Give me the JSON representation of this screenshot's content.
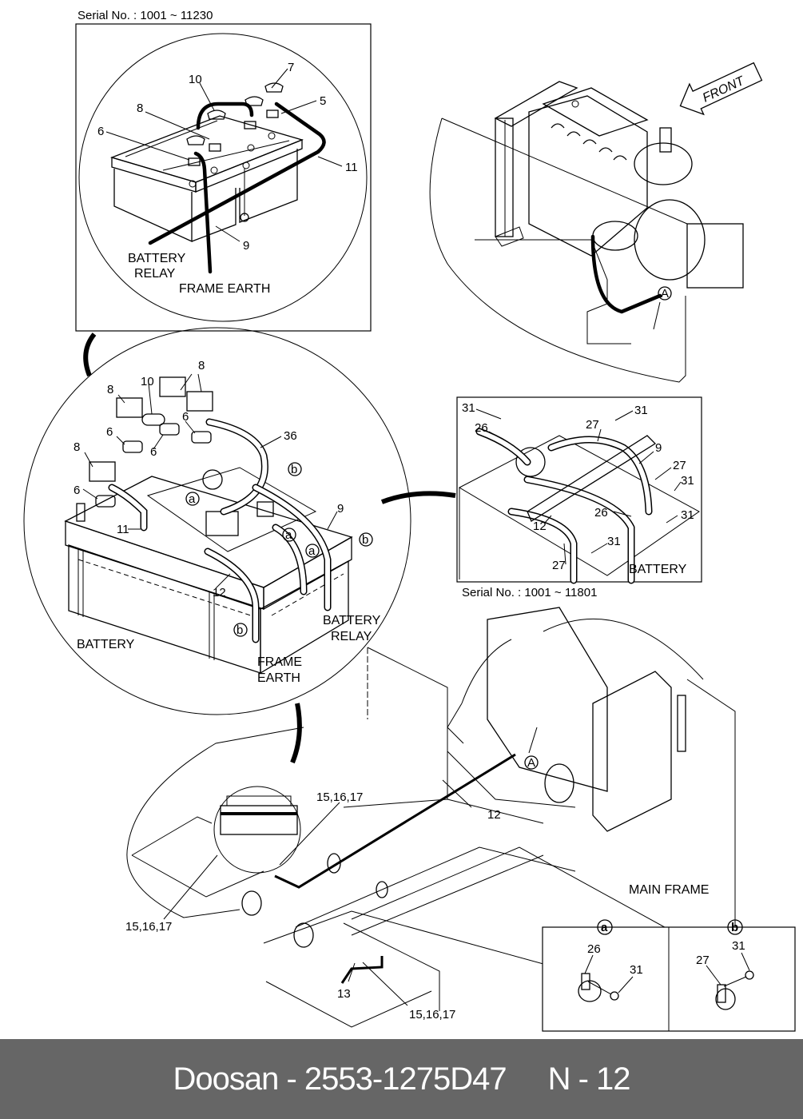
{
  "document": {
    "type": "parts-catalog-page",
    "brand": "Doosan",
    "part_number": "2553-1275D47",
    "page_ref": "N - 12",
    "footer_text": "Doosan - 2553-1275D47",
    "colors": {
      "footer_bg": "#666666",
      "footer_text": "#ffffff",
      "line": "#000000",
      "background": "#ffffff"
    }
  },
  "inset_top_left": {
    "serial": "Serial No. : 1001 ~ 11230",
    "callouts": [
      "10",
      "7",
      "5",
      "8",
      "6",
      "11",
      "9"
    ],
    "labels": {
      "battery_relay_1": "BATTERY",
      "battery_relay_2": "RELAY",
      "frame_earth": "FRAME EARTH"
    }
  },
  "engine_top_right": {
    "front_arrow": "FRONT",
    "ref_marker": "A"
  },
  "main_detail_circle": {
    "callouts": {
      "c8a": "8",
      "c8b": "8",
      "c8c": "8",
      "c10": "10",
      "c6a": "6",
      "c6b": "6",
      "c6c": "6",
      "c6d": "6",
      "c36": "36",
      "c11": "11",
      "c9": "9",
      "c12": "12"
    },
    "markers": {
      "a": "a",
      "b": "b"
    },
    "labels": {
      "battery": "BATTERY",
      "battery_relay_1": "BATTERY",
      "battery_relay_2": "RELAY",
      "frame_earth_1": "FRAME",
      "frame_earth_2": "EARTH"
    }
  },
  "inset_right": {
    "serial": "Serial No. : 1001 ~ 11801",
    "callouts": {
      "c31a": "31",
      "c26a": "26",
      "c27a": "27",
      "c31b": "31",
      "c9": "9",
      "c27b": "27",
      "c31c": "31",
      "c26b": "26",
      "c31d": "31",
      "c12": "12",
      "c31e": "31",
      "c27c": "27"
    },
    "label_battery": "BATTERY"
  },
  "frame_view": {
    "callouts": {
      "c151617a": "15,16,17",
      "c151617b": "15,16,17",
      "c151617c": "15,16,17",
      "c12": "12",
      "c13": "13"
    },
    "ref_marker": "A",
    "label_main_frame": "MAIN FRAME"
  },
  "clamp_detail": {
    "panel_a": {
      "marker": "a",
      "callouts": [
        "26",
        "31"
      ]
    },
    "panel_b": {
      "marker": "b",
      "callouts": [
        "31",
        "27"
      ]
    }
  }
}
